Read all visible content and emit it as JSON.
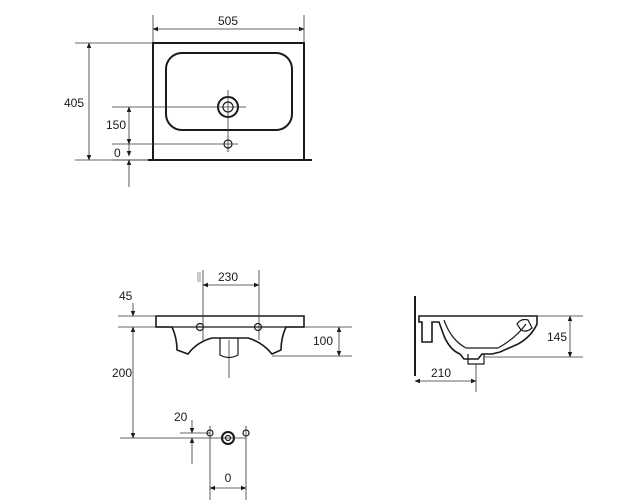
{
  "dimensions": {
    "top_width": "505",
    "top_depth": "405",
    "top_tap_height": "150",
    "top_zero": "0",
    "front_tap_spacing": "230",
    "front_rim_height": "45",
    "front_bowl_depth": "100",
    "front_total_height": "200",
    "front_small_offset": "20",
    "front_bottom_zero": "0",
    "side_height": "145",
    "side_depth": "210"
  },
  "colors": {
    "line": "#1a1a1a",
    "background": "#ffffff"
  }
}
